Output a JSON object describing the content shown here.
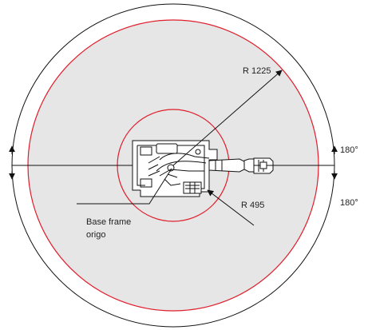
{
  "labels": {
    "outer_radius": "R 1225",
    "inner_radius": "R 495",
    "angle_top": "180°",
    "angle_bottom": "180°",
    "origin_line1": "Base frame",
    "origin_line2": "origo"
  },
  "colors": {
    "work_area_fill": "#e6e6e6",
    "limit_circle": "#e01e2c",
    "outline": "#111111",
    "background": "#ffffff"
  }
}
